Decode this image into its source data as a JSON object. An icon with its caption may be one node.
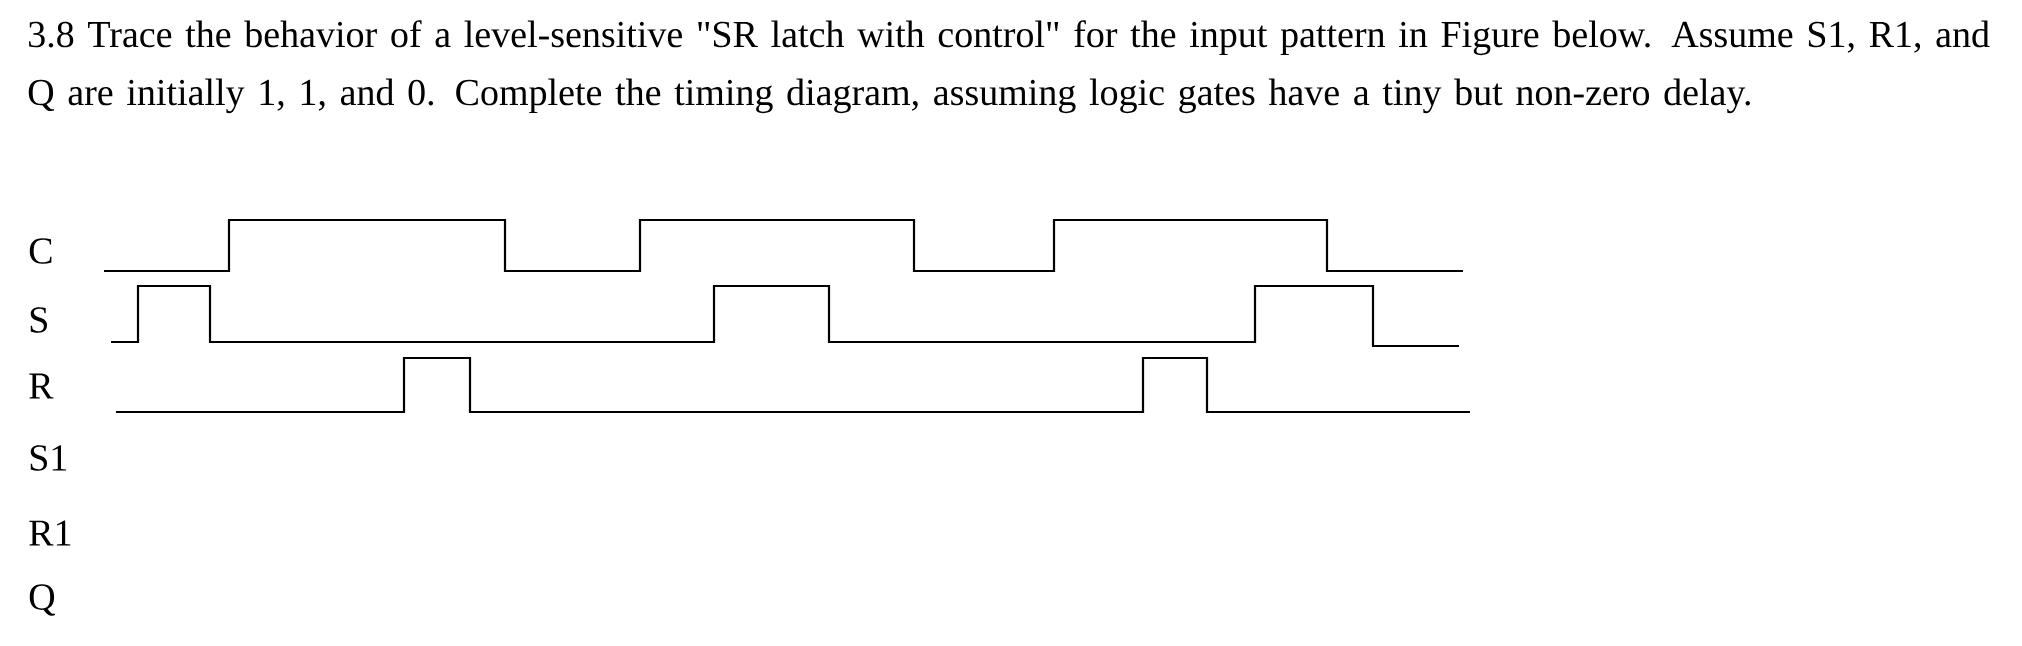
{
  "diagram": {
    "title": "3.8 Trace the behavior of a level-sensitive \"SR latch with control\" for the input pattern in Figure below. Assume S1, R1, and Q are initially 1, 1, and 0. Complete the timing diagram, assuming logic gates have a tiny but non-zero delay.",
    "labels": [
      "C",
      "S",
      "R",
      "S1",
      "R1",
      "Q"
    ]
  }
}
